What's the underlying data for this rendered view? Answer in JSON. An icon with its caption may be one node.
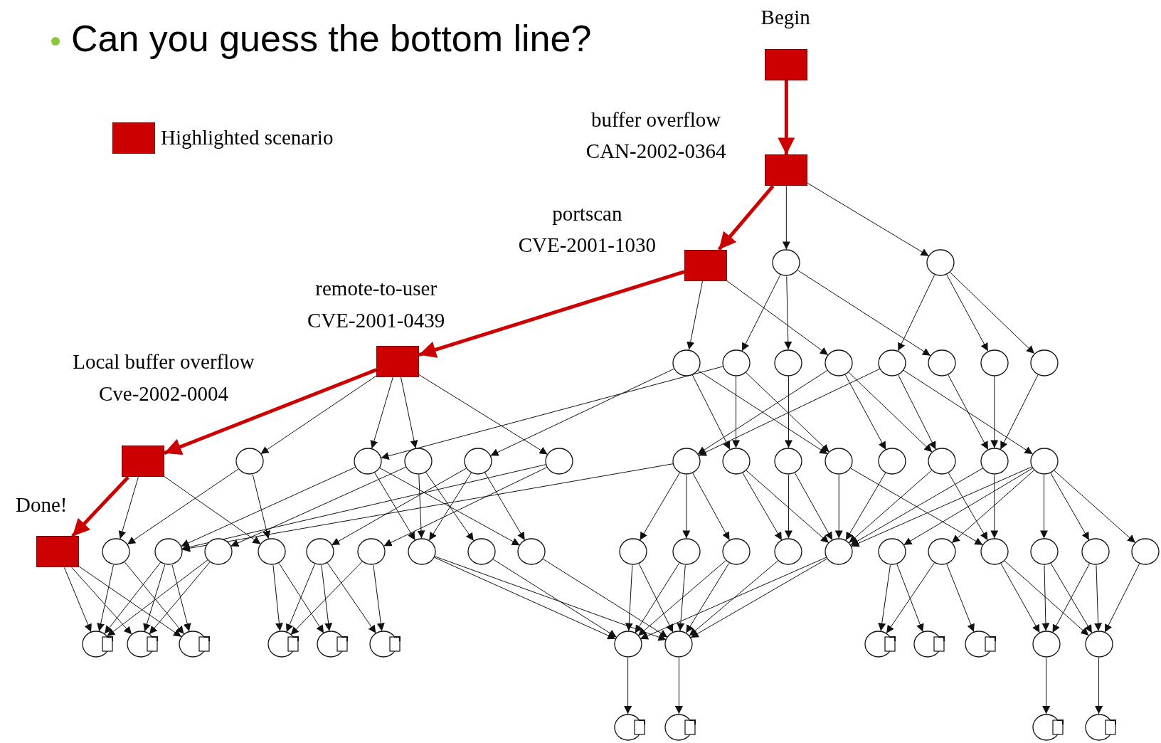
{
  "diagram": {
    "title": "Can you guess the bottom line?",
    "nodes": [
      {
        "text": [
          "Begin"
        ]
      },
      {
        "text": [
          "buffer overflow",
          "CAN-2002-0364"
        ]
      },
      {
        "text": [
          "portscan",
          "CVE-2001-1030"
        ]
      },
      {
        "text": [],
        "shape": "circle"
      },
      {
        "text": [],
        "shape": "circle"
      },
      {
        "text": [
          "remote-to-user",
          "CVE-2001-0439"
        ]
      },
      {
        "text": [],
        "shape": "circle"
      },
      {
        "text": [],
        "shape": "circle"
      },
      {
        "text": [],
        "shape": "circle"
      },
      {
        "text": [],
        "shape": "circle"
      },
      {
        "text": [],
        "shape": "circle"
      },
      {
        "text": [],
        "shape": "circle"
      },
      {
        "text": [],
        "shape": "circle"
      },
      {
        "text": [],
        "shape": "circle"
      },
      {
        "text": [
          "Local buffer overflow",
          "Cve-2002-0004"
        ]
      },
      {
        "text": [],
        "shape": "circle"
      },
      {
        "text": [],
        "shape": "circle"
      },
      {
        "text": [],
        "shape": "circle"
      },
      {
        "text": [],
        "shape": "circle"
      },
      {
        "text": [],
        "shape": "circle"
      },
      {
        "text": [],
        "shape": "circle"
      },
      {
        "text": [],
        "shape": "circle"
      },
      {
        "text": [],
        "shape": "circle"
      },
      {
        "text": [],
        "shape": "circle"
      },
      {
        "text": [],
        "shape": "circle"
      },
      {
        "text": [],
        "shape": "circle"
      },
      {
        "text": [],
        "shape": "circle"
      },
      {
        "text": [],
        "shape": "circle"
      },
      {
        "text": [
          "Done!"
        ]
      },
      {
        "text": [],
        "shape": "circle"
      },
      {
        "text": [],
        "shape": "circle"
      },
      {
        "text": [],
        "shape": "circle"
      },
      {
        "text": [],
        "shape": "circle"
      },
      {
        "text": [],
        "shape": "circle"
      },
      {
        "text": [],
        "shape": "circle"
      },
      {
        "text": [],
        "shape": "circle"
      },
      {
        "text": [],
        "shape": "circle"
      },
      {
        "text": [],
        "shape": "circle"
      },
      {
        "text": [],
        "shape": "circle"
      },
      {
        "text": [],
        "shape": "circle"
      },
      {
        "text": [],
        "shape": "circle"
      },
      {
        "text": [],
        "shape": "circle"
      },
      {
        "text": [],
        "shape": "circle"
      },
      {
        "text": [],
        "shape": "circle"
      },
      {
        "text": [],
        "shape": "circle"
      },
      {
        "text": [],
        "shape": "circle"
      },
      {
        "text": [],
        "shape": "circle"
      },
      {
        "text": [],
        "shape": "circle"
      },
      {
        "text": [],
        "shape": "circle"
      },
      {
        "text": [],
        "shape": "circle"
      },
      {
        "text": [],
        "shape": "circle"
      },
      {
        "text": [],
        "shape": "circle"
      },
      {
        "text": [],
        "shape": "circle"
      },
      {
        "text": [],
        "shape": "circle"
      },
      {
        "text": [],
        "shape": "circle"
      },
      {
        "text": [],
        "shape": "circle"
      },
      {
        "text": [],
        "shape": "circle"
      },
      {
        "text": [],
        "shape": "circle"
      },
      {
        "text": [],
        "shape": "circle"
      },
      {
        "text": [],
        "shape": "circle"
      },
      {
        "text": [],
        "shape": "circle"
      },
      {
        "text": [],
        "shape": "circle"
      },
      {
        "text": [],
        "shape": "circle"
      },
      {
        "text": [],
        "shape": "circle"
      },
      {
        "text": [],
        "shape": "circle"
      },
      {
        "text": [],
        "shape": "circle"
      }
    ],
    "edges": [
      {
        "from": 0,
        "to": 1,
        "arrow": "to",
        "style": "thick",
        "color": "#cc0000"
      },
      {
        "from": 1,
        "to": 2,
        "arrow": "to",
        "style": "thick",
        "color": "#cc0000"
      },
      {
        "from": 2,
        "to": 5,
        "arrow": "to",
        "style": "thick",
        "color": "#cc0000"
      },
      {
        "from": 5,
        "to": 14,
        "arrow": "to",
        "style": "thick",
        "color": "#cc0000"
      },
      {
        "from": 14,
        "to": 28,
        "arrow": "to",
        "style": "thick",
        "color": "#cc0000"
      },
      {
        "from": 1,
        "to": 3,
        "arrow": "to"
      },
      {
        "from": 1,
        "to": 4,
        "arrow": "to"
      },
      {
        "from": 2,
        "to": 6,
        "arrow": "to"
      },
      {
        "from": 2,
        "to": 9,
        "arrow": "to"
      },
      {
        "from": 3,
        "to": 7,
        "arrow": "to"
      },
      {
        "from": 3,
        "to": 8,
        "arrow": "to"
      },
      {
        "from": 3,
        "to": 11,
        "arrow": "to"
      },
      {
        "from": 4,
        "to": 10,
        "arrow": "to"
      },
      {
        "from": 4,
        "to": 12,
        "arrow": "to"
      },
      {
        "from": 4,
        "to": 13,
        "arrow": "to"
      },
      {
        "from": 5,
        "to": 15,
        "arrow": "to"
      },
      {
        "from": 5,
        "to": 16,
        "arrow": "to"
      },
      {
        "from": 5,
        "to": 17,
        "arrow": "to"
      },
      {
        "from": 5,
        "to": 19,
        "arrow": "to"
      },
      {
        "from": 6,
        "to": 18,
        "arrow": "to"
      },
      {
        "from": 6,
        "to": 21,
        "arrow": "to"
      },
      {
        "from": 6,
        "to": 23,
        "arrow": "to"
      },
      {
        "from": 7,
        "to": 16,
        "arrow": "to"
      },
      {
        "from": 7,
        "to": 21,
        "arrow": "to"
      },
      {
        "from": 7,
        "to": 23,
        "arrow": "to"
      },
      {
        "from": 8,
        "to": 22,
        "arrow": "to"
      },
      {
        "from": 9,
        "to": 20,
        "arrow": "to"
      },
      {
        "from": 9,
        "to": 24,
        "arrow": "to"
      },
      {
        "from": 9,
        "to": 25,
        "arrow": "to"
      },
      {
        "from": 10,
        "to": 20,
        "arrow": "to"
      },
      {
        "from": 10,
        "to": 25,
        "arrow": "to"
      },
      {
        "from": 10,
        "to": 27,
        "arrow": "to"
      },
      {
        "from": 11,
        "to": 26,
        "arrow": "to"
      },
      {
        "from": 12,
        "to": 26,
        "arrow": "to"
      },
      {
        "from": 13,
        "to": 26,
        "arrow": "to"
      },
      {
        "from": 14,
        "to": 29,
        "arrow": "to"
      },
      {
        "from": 14,
        "to": 32,
        "arrow": "to"
      },
      {
        "from": 15,
        "to": 29,
        "arrow": "to"
      },
      {
        "from": 15,
        "to": 32,
        "arrow": "to"
      },
      {
        "from": 16,
        "to": 30,
        "arrow": "to"
      },
      {
        "from": 16,
        "to": 35,
        "arrow": "to"
      },
      {
        "from": 16,
        "to": 37,
        "arrow": "to"
      },
      {
        "from": 17,
        "to": 31,
        "arrow": "to"
      },
      {
        "from": 17,
        "to": 35,
        "arrow": "to"
      },
      {
        "from": 17,
        "to": 36,
        "arrow": "to"
      },
      {
        "from": 18,
        "to": 33,
        "arrow": "to"
      },
      {
        "from": 18,
        "to": 35,
        "arrow": "to"
      },
      {
        "from": 18,
        "to": 37,
        "arrow": "to"
      },
      {
        "from": 19,
        "to": 30,
        "arrow": "to"
      },
      {
        "from": 19,
        "to": 34,
        "arrow": "to"
      },
      {
        "from": 20,
        "to": 30,
        "arrow": "to"
      },
      {
        "from": 20,
        "to": 38,
        "arrow": "to"
      },
      {
        "from": 20,
        "to": 39,
        "arrow": "to"
      },
      {
        "from": 20,
        "to": 40,
        "arrow": "to"
      },
      {
        "from": 21,
        "to": 41,
        "arrow": "to"
      },
      {
        "from": 21,
        "to": 42,
        "arrow": "to"
      },
      {
        "from": 22,
        "to": 41,
        "arrow": "to"
      },
      {
        "from": 22,
        "to": 42,
        "arrow": "to"
      },
      {
        "from": 23,
        "to": 42,
        "arrow": "to"
      },
      {
        "from": 23,
        "to": 45,
        "arrow": "to"
      },
      {
        "from": 24,
        "to": 42,
        "arrow": "to"
      },
      {
        "from": 25,
        "to": 42,
        "arrow": "to"
      },
      {
        "from": 25,
        "to": 45,
        "arrow": "to"
      },
      {
        "from": 26,
        "to": 42,
        "arrow": "to"
      },
      {
        "from": 26,
        "to": 45,
        "arrow": "to"
      },
      {
        "from": 27,
        "to": 42,
        "arrow": "to"
      },
      {
        "from": 27,
        "to": 43,
        "arrow": "to"
      },
      {
        "from": 27,
        "to": 44,
        "arrow": "to"
      },
      {
        "from": 27,
        "to": 46,
        "arrow": "to"
      },
      {
        "from": 27,
        "to": 47,
        "arrow": "to"
      },
      {
        "from": 27,
        "to": 48,
        "arrow": "to"
      },
      {
        "from": 28,
        "to": 49,
        "arrow": "to"
      },
      {
        "from": 28,
        "to": 50,
        "arrow": "to"
      },
      {
        "from": 28,
        "to": 51,
        "arrow": "to"
      },
      {
        "from": 29,
        "to": 49,
        "arrow": "to"
      },
      {
        "from": 29,
        "to": 51,
        "arrow": "to"
      },
      {
        "from": 30,
        "to": 49,
        "arrow": "to"
      },
      {
        "from": 30,
        "to": 50,
        "arrow": "to"
      },
      {
        "from": 30,
        "to": 51,
        "arrow": "to"
      },
      {
        "from": 31,
        "to": 49,
        "arrow": "to"
      },
      {
        "from": 31,
        "to": 50,
        "arrow": "to"
      },
      {
        "from": 32,
        "to": 52,
        "arrow": "to"
      },
      {
        "from": 32,
        "to": 53,
        "arrow": "to"
      },
      {
        "from": 33,
        "to": 52,
        "arrow": "to"
      },
      {
        "from": 33,
        "to": 53,
        "arrow": "to"
      },
      {
        "from": 33,
        "to": 54,
        "arrow": "to"
      },
      {
        "from": 34,
        "to": 52,
        "arrow": "to"
      },
      {
        "from": 34,
        "to": 54,
        "arrow": "to"
      },
      {
        "from": 35,
        "to": 55,
        "arrow": "to"
      },
      {
        "from": 35,
        "to": 56,
        "arrow": "to"
      },
      {
        "from": 36,
        "to": 55,
        "arrow": "to"
      },
      {
        "from": 37,
        "to": 56,
        "arrow": "to"
      },
      {
        "from": 38,
        "to": 55,
        "arrow": "to"
      },
      {
        "from": 38,
        "to": 56,
        "arrow": "to"
      },
      {
        "from": 39,
        "to": 55,
        "arrow": "to"
      },
      {
        "from": 39,
        "to": 56,
        "arrow": "to"
      },
      {
        "from": 40,
        "to": 55,
        "arrow": "to"
      },
      {
        "from": 40,
        "to": 56,
        "arrow": "to"
      },
      {
        "from": 41,
        "to": 56,
        "arrow": "to"
      },
      {
        "from": 42,
        "to": 55,
        "arrow": "to"
      },
      {
        "from": 42,
        "to": 56,
        "arrow": "to"
      },
      {
        "from": 43,
        "to": 57,
        "arrow": "to"
      },
      {
        "from": 43,
        "to": 58,
        "arrow": "to"
      },
      {
        "from": 44,
        "to": 57,
        "arrow": "to"
      },
      {
        "from": 44,
        "to": 59,
        "arrow": "to"
      },
      {
        "from": 45,
        "to": 60,
        "arrow": "to"
      },
      {
        "from": 45,
        "to": 61,
        "arrow": "to"
      },
      {
        "from": 46,
        "to": 60,
        "arrow": "to"
      },
      {
        "from": 46,
        "to": 61,
        "arrow": "to"
      },
      {
        "from": 47,
        "to": 60,
        "arrow": "to"
      },
      {
        "from": 47,
        "to": 61,
        "arrow": "to"
      },
      {
        "from": 48,
        "to": 61,
        "arrow": "to"
      },
      {
        "from": 55,
        "to": 62,
        "arrow": "to"
      },
      {
        "from": 56,
        "to": 63,
        "arrow": "to"
      },
      {
        "from": 60,
        "to": 64,
        "arrow": "to"
      },
      {
        "from": 61,
        "to": 65,
        "arrow": "to"
      }
    ],
    "legend": [
      {
        "text": "Highlighted scenario",
        "color": "#cc0000"
      }
    ]
  }
}
